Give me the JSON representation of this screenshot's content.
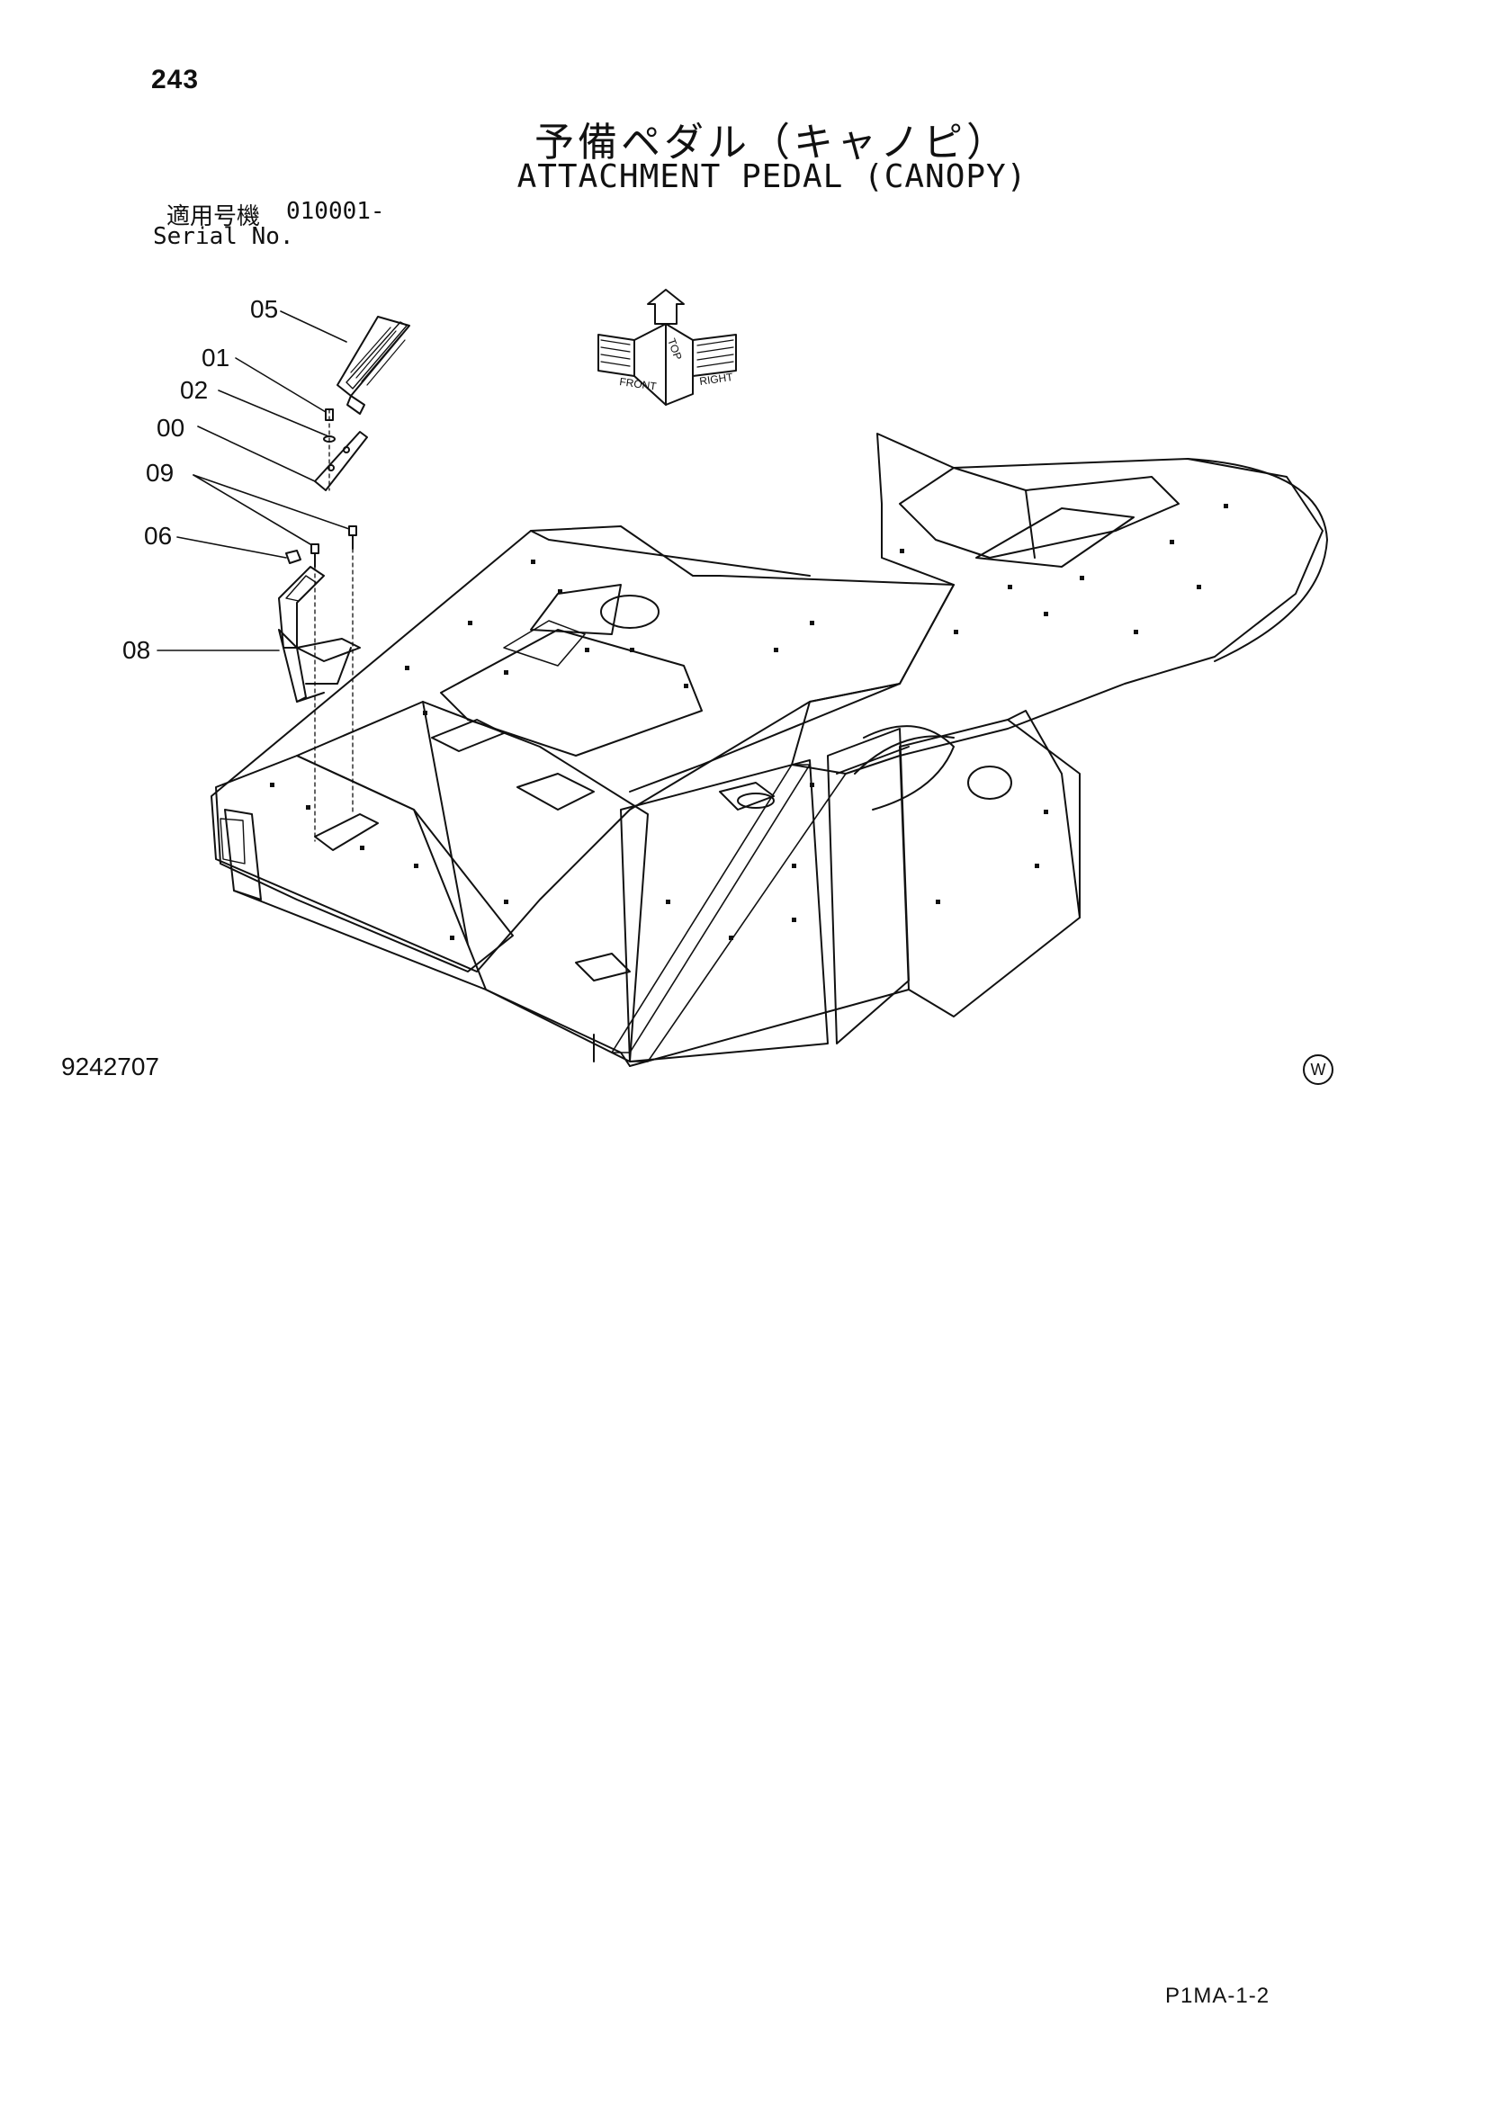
{
  "header": {
    "page_number": "243",
    "title_jp": "予備ペダル（キャノピ）",
    "title_en": "ATTACHMENT PEDAL (CANOPY)",
    "serial_label_jp": "適用号機",
    "serial_value": "010001-",
    "serial_label_en": "Serial No."
  },
  "orientation": {
    "front": "FRONT",
    "top": "TOP",
    "right": "RIGHT"
  },
  "callouts": {
    "c05": "05",
    "c01": "01",
    "c02": "02",
    "c00": "00",
    "c09": "09",
    "c06": "06",
    "c08": "08"
  },
  "footer": {
    "drawing_number": "9242707",
    "w_mark": "W",
    "page_code": "P1MA-1-2"
  }
}
